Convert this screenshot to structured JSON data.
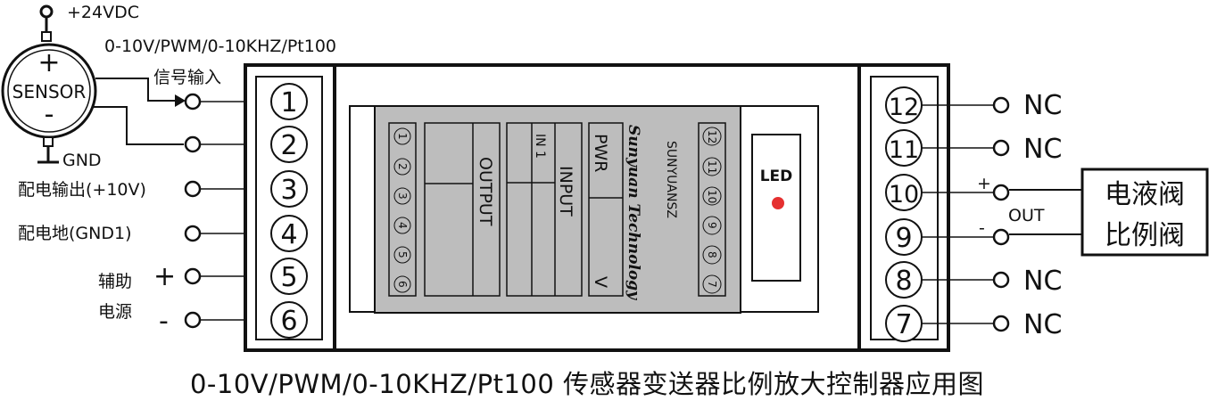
{
  "power_label": "+24VDC",
  "signal_types": "0-10V/PWM/0-10KHZ/Pt100",
  "sensor": {
    "label": "SENSOR",
    "plus": "+",
    "minus": "-",
    "gnd": "GND"
  },
  "signal_input": "信号输入",
  "left_labels": {
    "t3": "配电输出(+10V)",
    "t4": "配电地(GND1)",
    "aux_line1": "辅助",
    "aux_line2": "电源",
    "aux_plus": "+",
    "aux_minus": "-"
  },
  "left_terminals": [
    "1",
    "2",
    "3",
    "4",
    "5",
    "6"
  ],
  "right_terminals": [
    "12",
    "11",
    "10",
    "9",
    "8",
    "7"
  ],
  "right_labels": {
    "t12": "NC",
    "t11": "NC",
    "t8": "NC",
    "t7": "NC",
    "out": "OUT",
    "out_plus": "+",
    "out_minus": "-"
  },
  "valve": {
    "line1": "电液阀",
    "line2": "比例阀"
  },
  "panel": {
    "small_left": [
      "1",
      "2",
      "3",
      "4",
      "5",
      "6"
    ],
    "small_right": [
      "12",
      "11",
      "10",
      "9",
      "8",
      "7"
    ],
    "output": "OUTPUT",
    "input": "INPUT",
    "in1": "IN 1",
    "pwr": "PWR",
    "v": "V",
    "brand": "Sunyuan Technology",
    "company": "SUNYUANSZ",
    "led": "LED"
  },
  "caption": "0-10V/PWM/0-10KHZ/Pt100 传感器变送器比例放大控制器应用图",
  "colors": {
    "line": "#111111",
    "panel_gray": "#bdbdbd",
    "led_red": "#e53030"
  }
}
